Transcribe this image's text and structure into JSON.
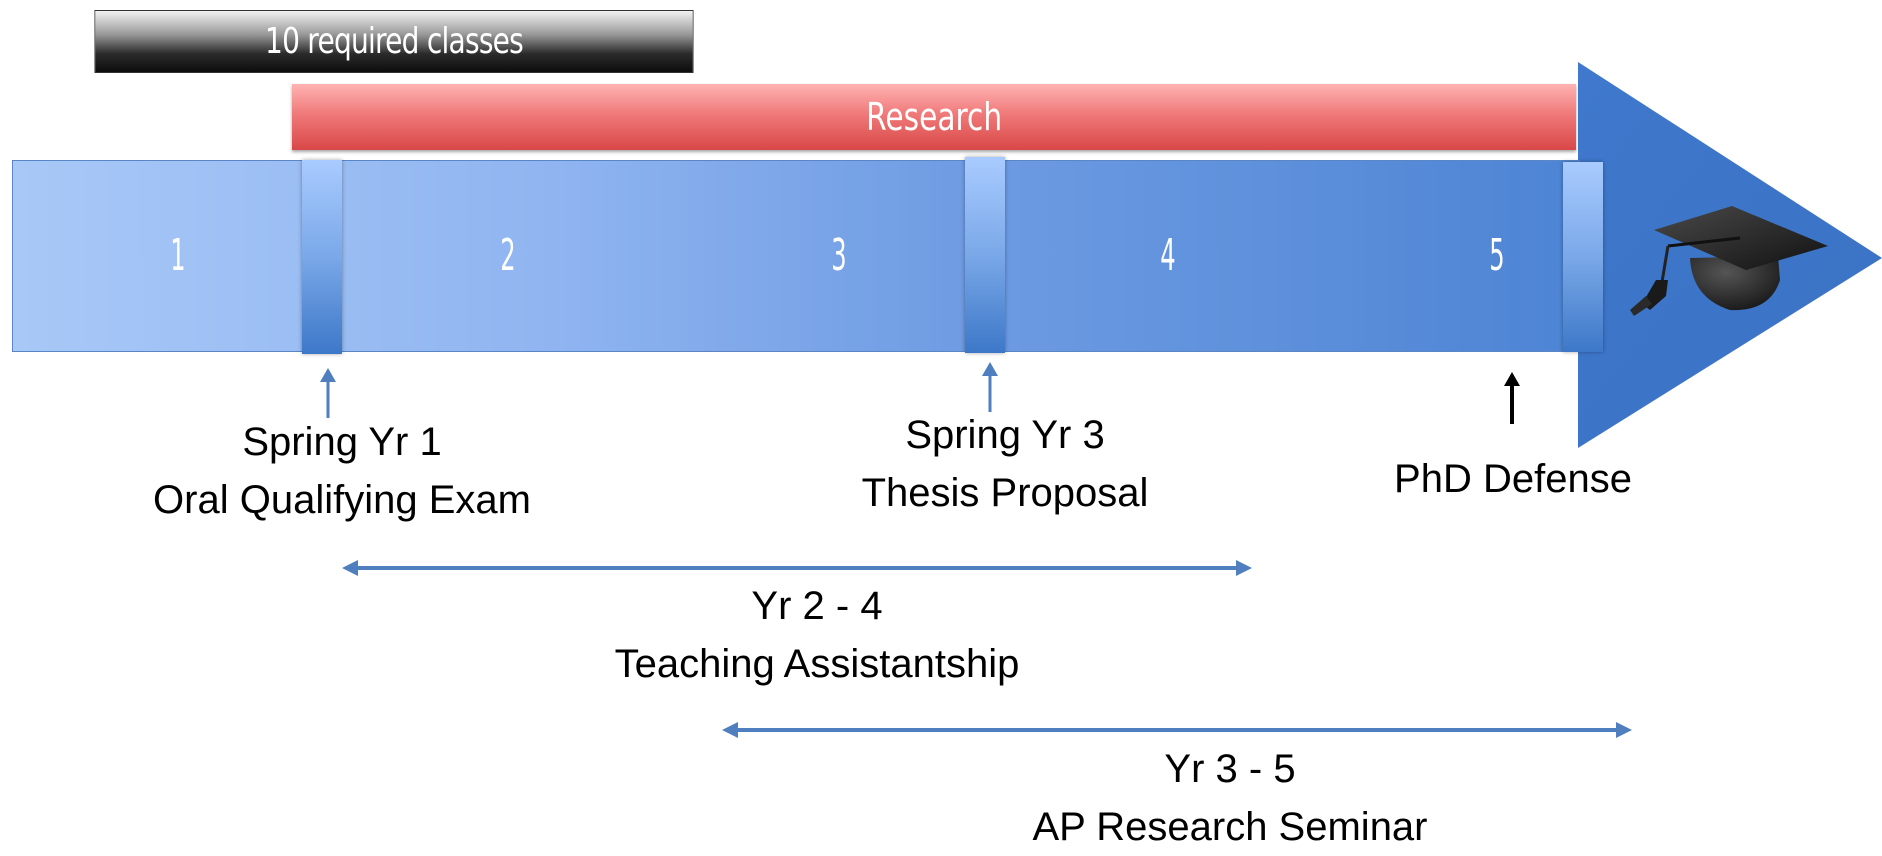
{
  "top_bar": {
    "label": "10 required classes"
  },
  "research_bar": {
    "label": "Research"
  },
  "years": [
    "1",
    "2",
    "3",
    "4",
    "5"
  ],
  "milestones": [
    {
      "line1": "Spring Yr 1",
      "line2": "Oral Qualifying Exam"
    },
    {
      "line1": "Spring Yr 3",
      "line2": "Thesis Proposal"
    },
    {
      "line1": "PhD Defense"
    }
  ],
  "spans": [
    {
      "line1": "Yr 2 - 4",
      "line2": "Teaching Assistantship"
    },
    {
      "line1": "Yr 3 - 5",
      "line2": "AP Research Seminar"
    }
  ],
  "colors": {
    "timeline_start": "#a8c8f7",
    "timeline_end": "#4d84d4",
    "arrow_head": "#4a80d0",
    "research": "#e05a5a",
    "span_arrow": "#4f7fbf"
  },
  "icons": {
    "graduation": "graduation-cap-icon"
  }
}
